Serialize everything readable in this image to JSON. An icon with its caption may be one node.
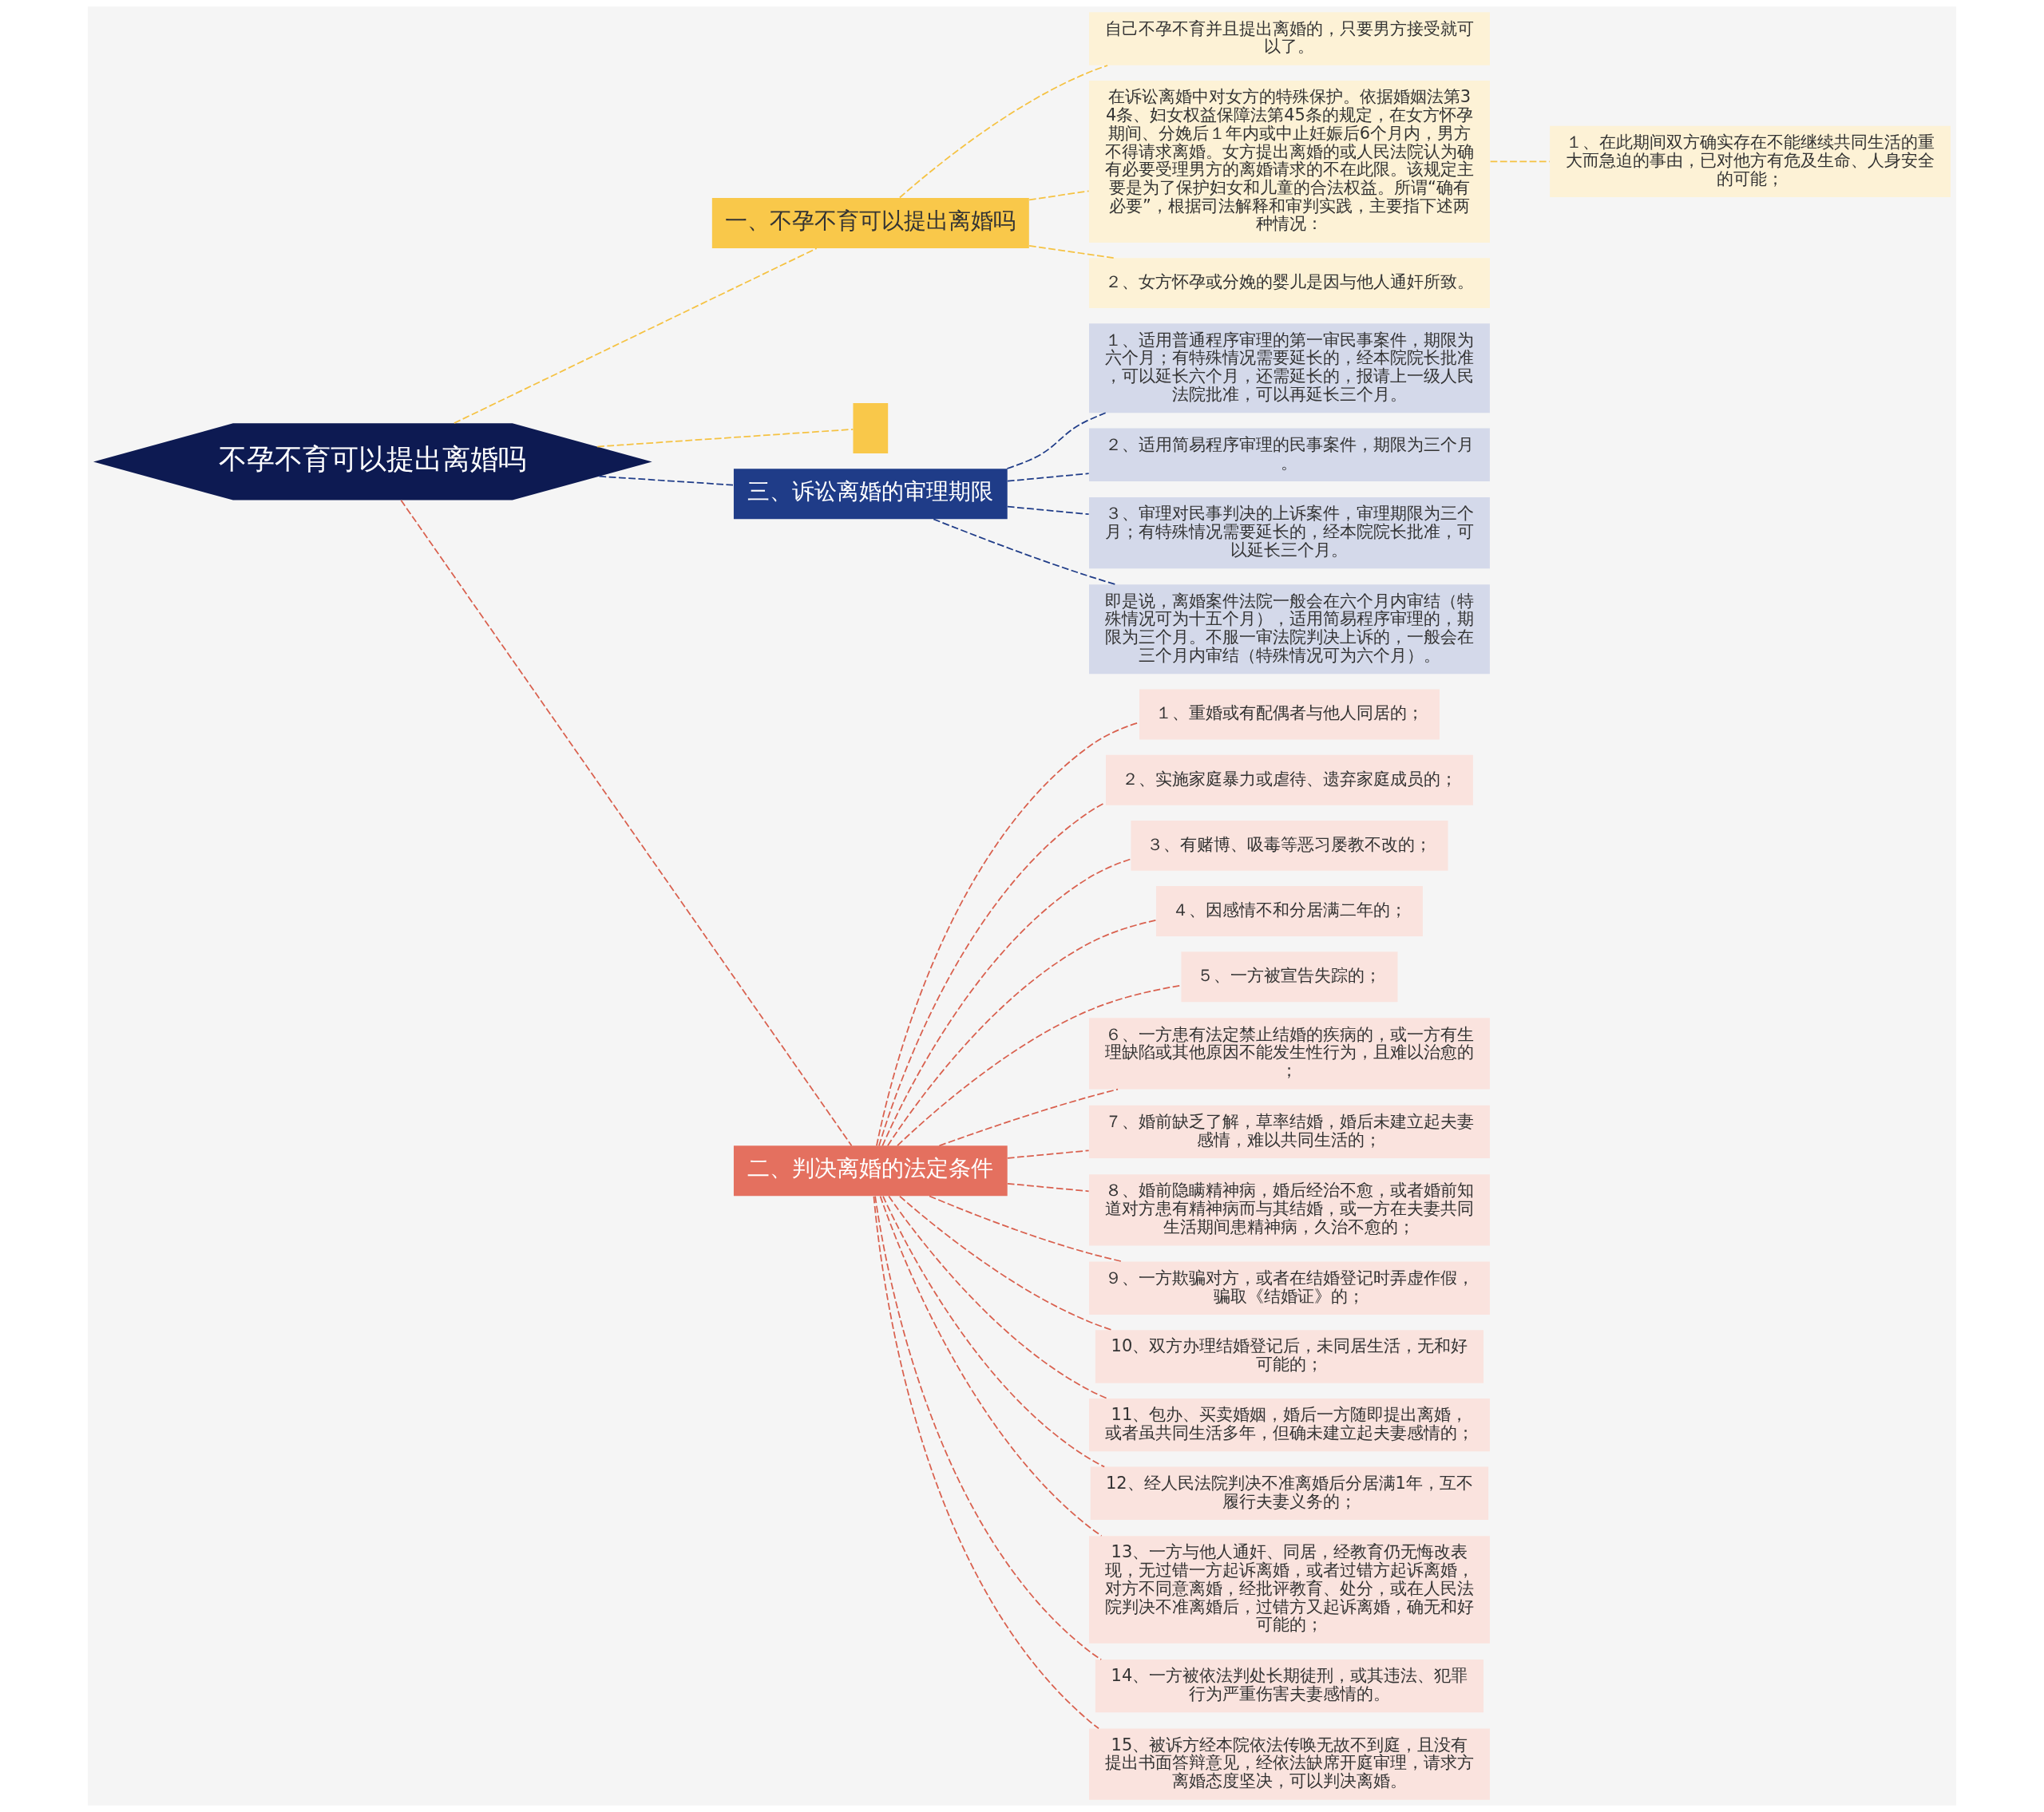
{
  "diagram": {
    "nodes": [
      {
        "text": [
          "不孕不育可以提出离婚吗"
        ]
      },
      {
        "text": [
          "一、不孕不育可以提出离婚吗"
        ]
      },
      {
        "text": [
          "自己不孕不育并且提出离婚的，只要男方接受就可以了。"
        ]
      },
      {
        "text": [
          "在诉讼离婚中对女方的特殊保护。依据婚姻法第34条、妇女权益保障法第45条的规定，在女方怀孕期间、分娩后１年内或中止妊娠后6个月内，男方不得请求离婚。女方提出离婚的或人民法院认为确有必要受理男方的离婚请求的不在此限。该规定主要是为了保护妇女和儿童的合法权益。所谓“确有必要”，根据司法解释和审判实践，主要指下述两种情况："
        ]
      },
      {
        "text": [
          "１、在此期间双方确实存在不能继续共同生活的重大而急迫的事由，已对他方有危及生命、人身安全的可能；"
        ]
      },
      {
        "text": [
          "２、女方怀孕或分娩的婴儿是因与他人通奸所致。"
        ]
      },
      {
        "text": [],
        "shape": "box"
      },
      {
        "text": [
          "三、诉讼离婚的审理期限"
        ]
      },
      {
        "text": [
          "１、适用普通程序审理的第一审民事案件，期限为六个月；有特殊情况需要延长的，经本院院长批准，可以延长六个月，还需延长的，报请上一级人民法院批准，可以再延长三个月。"
        ]
      },
      {
        "text": [
          "２、适用简易程序审理的民事案件，期限为三个月。"
        ]
      },
      {
        "text": [
          "３、审理对民事判决的上诉案件，审理期限为三个月；有特殊情况需要延长的，经本院院长批准，可以延长三个月。"
        ]
      },
      {
        "text": [
          "即是说，离婚案件法院一般会在六个月内审结（特殊情况可为十五个月），适用简易程序审理的，期限为三个月。不服一审法院判决上诉的，一般会在三个月内审结（特殊情况可为六个月）。"
        ]
      },
      {
        "text": [
          "二、判决离婚的法定条件"
        ]
      },
      {
        "text": [
          "１、重婚或有配偶者与他人同居的；"
        ]
      },
      {
        "text": [
          "２、实施家庭暴力或虐待、遗弃家庭成员的；"
        ]
      },
      {
        "text": [
          "３、有赌博、吸毒等恶习屡教不改的；"
        ]
      },
      {
        "text": [
          "４、因感情不和分居满二年的；"
        ]
      },
      {
        "text": [
          "５、一方被宣告失踪的；"
        ]
      },
      {
        "text": [
          "６、一方患有法定禁止结婚的疾病的，或一方有生理缺陷或其他原因不能发生性行为，且难以治愈的；"
        ]
      },
      {
        "text": [
          "７、婚前缺乏了解，草率结婚，婚后未建立起夫妻感情，难以共同生活的；"
        ]
      },
      {
        "text": [
          "８、婚前隐瞒精神病，婚后经治不愈，或者婚前知道对方患有精神病而与其结婚，或一方在夫妻共同生活期间患精神病，久治不愈的；"
        ]
      },
      {
        "text": [
          "９、一方欺骗对方，或者在结婚登记时弄虚作假，骗取《结婚证》的；"
        ]
      },
      {
        "text": [
          "10、双方办理结婚登记后，未同居生活，无和好可能的；"
        ]
      },
      {
        "text": [
          "11、包办、买卖婚姻，婚后一方随即提出离婚，或者虽共同生活多年，但确未建立起夫妻感情的；"
        ]
      },
      {
        "text": [
          "12、经人民法院判决不准离婚后分居满1年，互不履行夫妻义务的；"
        ]
      },
      {
        "text": [
          "13、一方与他人通奸、同居，经教育仍无悔改表现，无过错一方起诉离婚，或者过错方起诉离婚，对方不同意离婚，经批评教育、处分，或在人民法院判决不准离婚后，过错方又起诉离婚，确无和好可能的；"
        ]
      },
      {
        "text": [
          "14、一方被依法判处长期徒刑，或其违法、犯罪行为严重伤害夫妻感情的。"
        ]
      },
      {
        "text": [
          "15、被诉方经本院依法传唤无故不到庭，且没有提出书面答辩意见，经依法缺席开庭审理，请求方离婚态度坚决，可以判决离婚。"
        ]
      }
    ],
    "edges": [
      {
        "from": 0,
        "to": 1,
        "arrow": "none",
        "style": "dashed",
        "color": "#f5c242"
      },
      {
        "from": 1,
        "to": 2,
        "arrow": "none",
        "style": "dashed",
        "color": "#f5c242"
      },
      {
        "from": 1,
        "to": 3,
        "arrow": "none",
        "style": "dashed",
        "color": "#f5c242"
      },
      {
        "from": 3,
        "to": 4,
        "arrow": "none",
        "style": "dashed",
        "color": "#f5c242"
      },
      {
        "from": 1,
        "to": 5,
        "arrow": "none",
        "style": "dashed",
        "color": "#f5c242"
      },
      {
        "from": 0,
        "to": 6,
        "arrow": "none",
        "style": "dashed",
        "color": "#f5c242"
      },
      {
        "from": 0,
        "to": 7,
        "arrow": "none",
        "style": "dashed",
        "color": "#1f3c88"
      },
      {
        "from": 7,
        "to": 8,
        "arrow": "none",
        "style": "dashed",
        "color": "#1f3c88"
      },
      {
        "from": 7,
        "to": 9,
        "arrow": "none",
        "style": "dashed",
        "color": "#1f3c88"
      },
      {
        "from": 7,
        "to": 10,
        "arrow": "none",
        "style": "dashed",
        "color": "#1f3c88"
      },
      {
        "from": 7,
        "to": 11,
        "arrow": "none",
        "style": "dashed",
        "color": "#1f3c88"
      },
      {
        "from": 0,
        "to": 12,
        "arrow": "none",
        "style": "dashed",
        "color": "#d9604e"
      },
      {
        "from": 12,
        "to": 13,
        "arrow": "none",
        "style": "dashed",
        "color": "#d9604e"
      },
      {
        "from": 12,
        "to": 14,
        "arrow": "none",
        "style": "dashed",
        "color": "#d9604e"
      },
      {
        "from": 12,
        "to": 15,
        "arrow": "none",
        "style": "dashed",
        "color": "#d9604e"
      },
      {
        "from": 12,
        "to": 16,
        "arrow": "none",
        "style": "dashed",
        "color": "#d9604e"
      },
      {
        "from": 12,
        "to": 17,
        "arrow": "none",
        "style": "dashed",
        "color": "#d9604e"
      },
      {
        "from": 12,
        "to": 18,
        "arrow": "none",
        "style": "dashed",
        "color": "#d9604e"
      },
      {
        "from": 12,
        "to": 19,
        "arrow": "none",
        "style": "dashed",
        "color": "#d9604e"
      },
      {
        "from": 12,
        "to": 20,
        "arrow": "none",
        "style": "dashed",
        "color": "#d9604e"
      },
      {
        "from": 12,
        "to": 21,
        "arrow": "none",
        "style": "dashed",
        "color": "#d9604e"
      },
      {
        "from": 12,
        "to": 22,
        "arrow": "none",
        "style": "dashed",
        "color": "#d9604e"
      },
      {
        "from": 12,
        "to": 23,
        "arrow": "none",
        "style": "dashed",
        "color": "#d9604e"
      },
      {
        "from": 12,
        "to": 24,
        "arrow": "none",
        "style": "dashed",
        "color": "#d9604e"
      },
      {
        "from": 12,
        "to": 25,
        "arrow": "none",
        "style": "dashed",
        "color": "#d9604e"
      },
      {
        "from": 12,
        "to": 26,
        "arrow": "none",
        "style": "dashed",
        "color": "#d9604e"
      },
      {
        "from": 12,
        "to": 27,
        "arrow": "none",
        "style": "dashed",
        "color": "#d9604e"
      }
    ]
  }
}
